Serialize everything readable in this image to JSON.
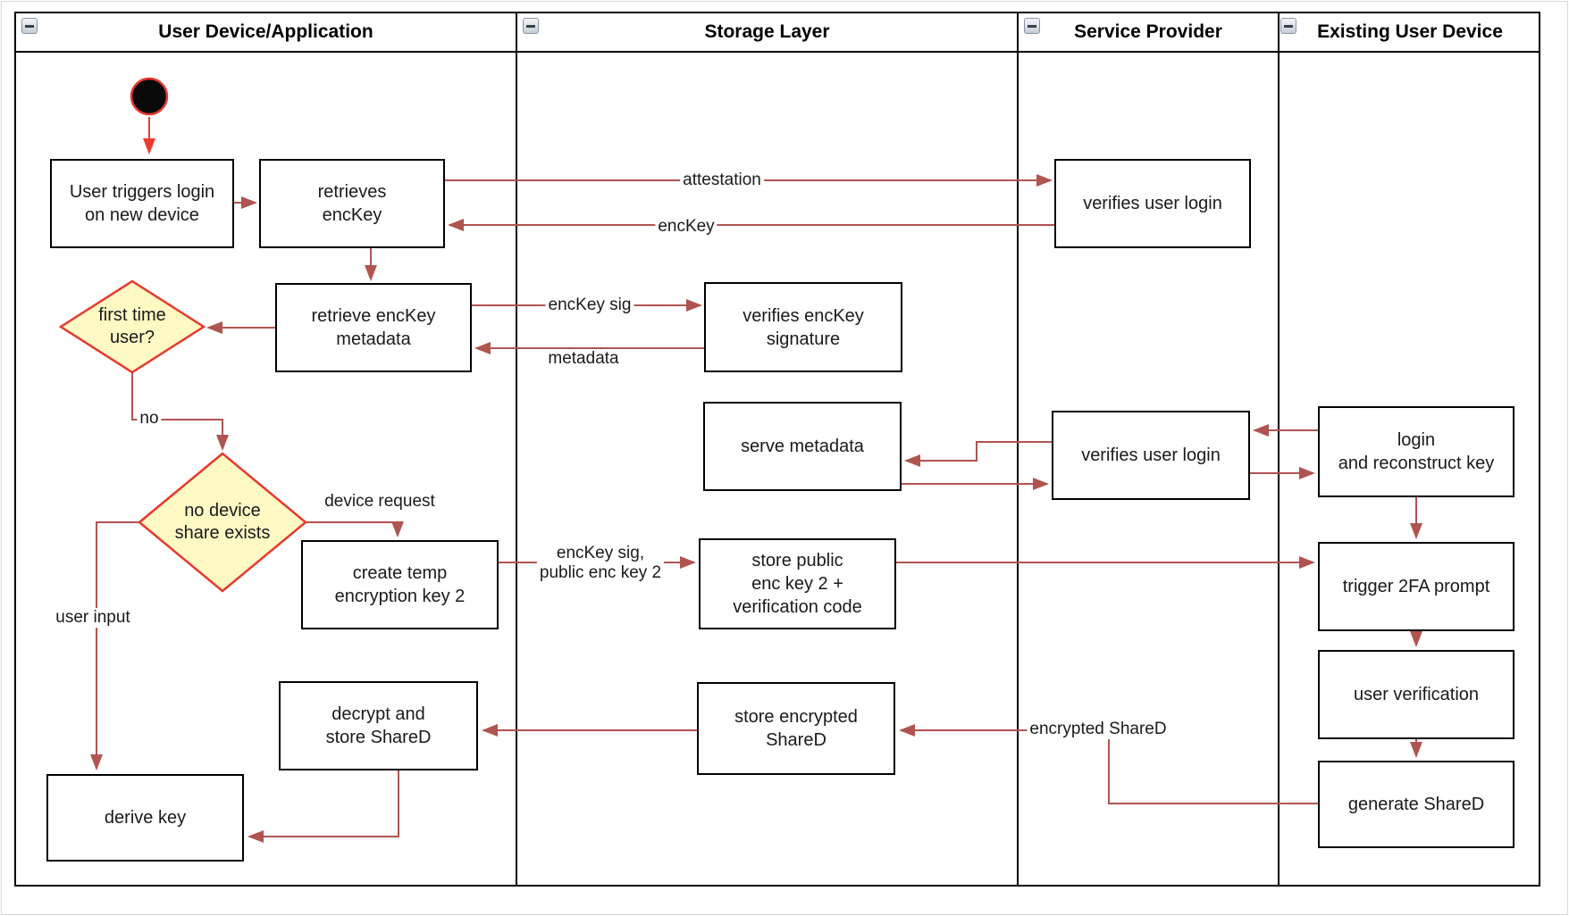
{
  "lanes": [
    {
      "title": "User Device/Application"
    },
    {
      "title": "Storage Layer"
    },
    {
      "title": "Service Provider"
    },
    {
      "title": "Existing User Device"
    }
  ],
  "nodes": {
    "user_triggers_login": {
      "label": "User triggers login\non new device"
    },
    "retrieves_enckey": {
      "label": "retrieves\nencKey"
    },
    "verifies_user_login_1": {
      "label": "verifies user login"
    },
    "retrieve_enckey_metadata": {
      "label": "retrieve encKey\nmetadata"
    },
    "verifies_enckey_signature": {
      "label": "verifies encKey\nsignature"
    },
    "serve_metadata": {
      "label": "serve metadata"
    },
    "verifies_user_login_2": {
      "label": "verifies user login"
    },
    "login_and_reconstruct_key": {
      "label": "login\nand reconstruct key"
    },
    "create_temp_encryption_key_2": {
      "label": "create temp\nencryption key 2"
    },
    "store_public_enc_key_2": {
      "label": "store public\nenc key 2 +\nverification code"
    },
    "trigger_2fa_prompt": {
      "label": "trigger 2FA prompt"
    },
    "user_verification": {
      "label": "user verification"
    },
    "generate_shared": {
      "label": "generate ShareD"
    },
    "store_encrypted_shared": {
      "label": "store encrypted\nShareD"
    },
    "decrypt_and_store_shared": {
      "label": "decrypt and\nstore ShareD"
    },
    "derive_key": {
      "label": "derive key"
    }
  },
  "decisions": {
    "first_time_user": {
      "label": "first time\nuser?"
    },
    "no_device_share_exists": {
      "label": "no device\nshare exists"
    }
  },
  "edge_labels": {
    "attestation": "attestation",
    "enckey": "encKey",
    "enckey_sig": "encKey sig",
    "metadata": "metadata",
    "no": "no",
    "device_request": "device request",
    "enckey_sig_public": "encKey sig,\npublic enc key 2",
    "user_input": "user input",
    "encrypted_shared": "encrypted ShareD"
  },
  "colors": {
    "arrow": "#B05450",
    "accent_red": "#E8392D",
    "decision_fill": "#FFF9C4",
    "node_border": "#000000"
  }
}
